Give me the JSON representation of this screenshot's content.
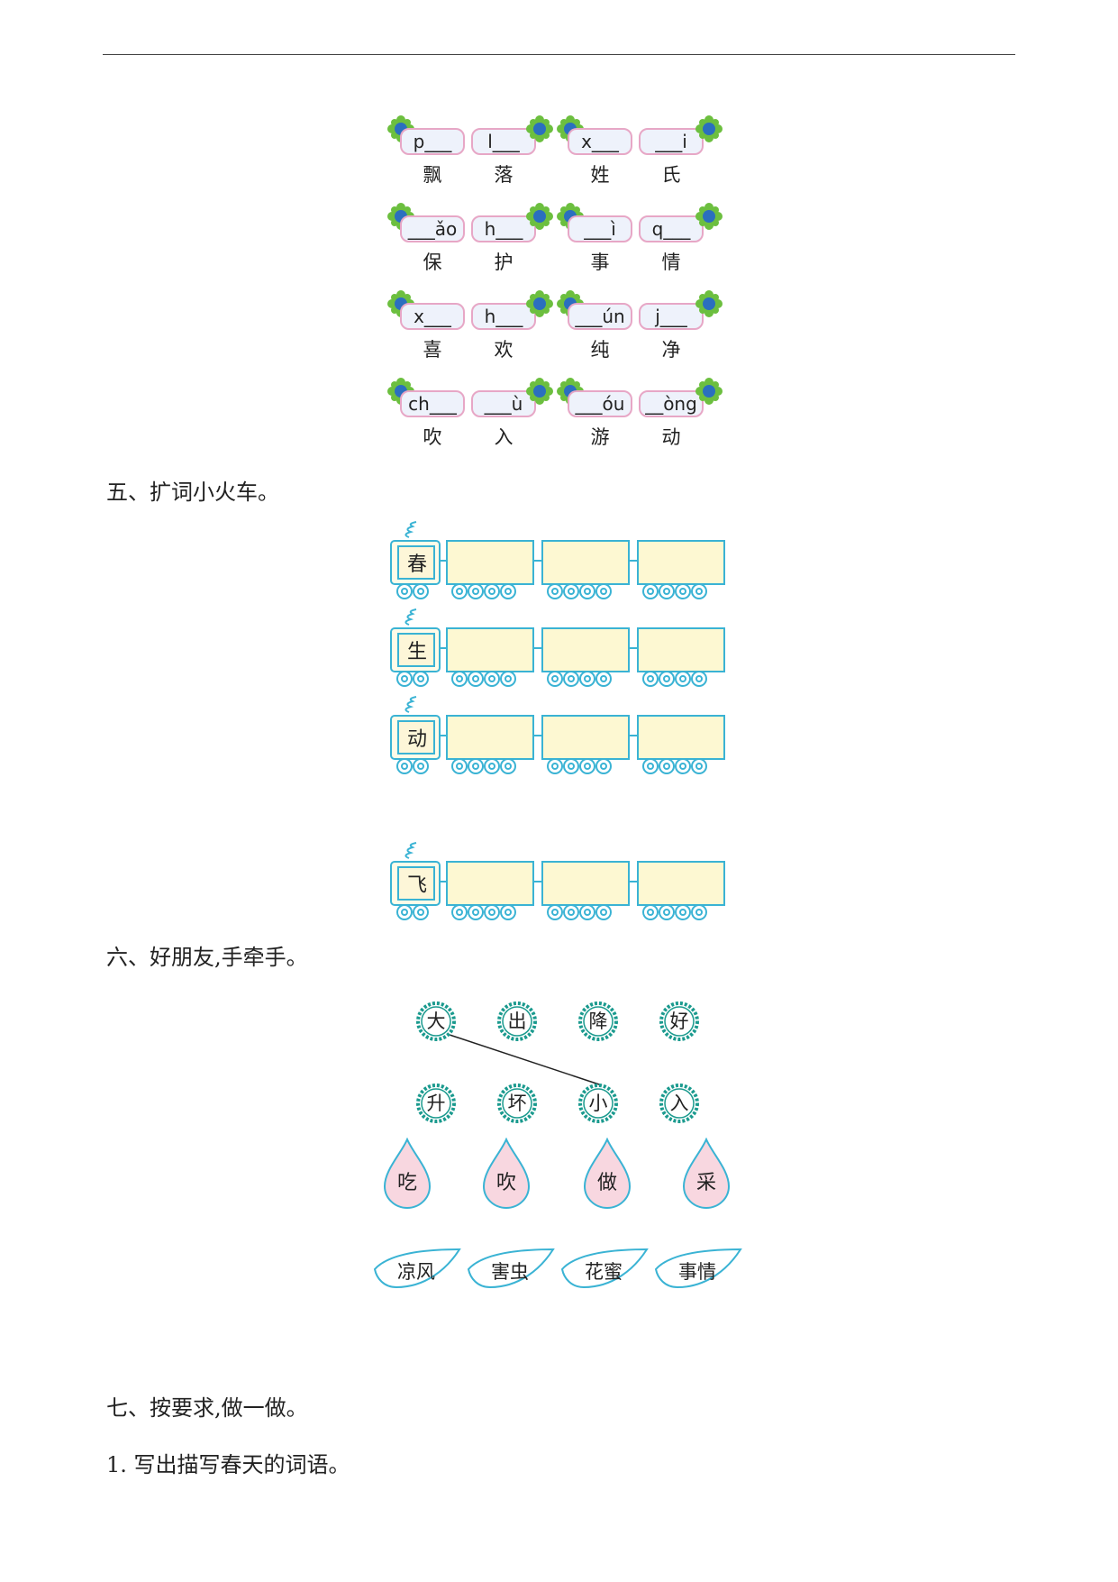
{
  "pinyin_rows": [
    {
      "left": [
        {
          "py": "p___",
          "hz": "飘"
        },
        {
          "py": "l___",
          "hz": "落"
        }
      ],
      "right": [
        {
          "py": "x___",
          "hz": "姓"
        },
        {
          "py": "___i",
          "hz": "氏"
        }
      ]
    },
    {
      "left": [
        {
          "py": "___ǎo",
          "hz": "保"
        },
        {
          "py": "h___",
          "hz": "护"
        }
      ],
      "right": [
        {
          "py": "___ì",
          "hz": "事"
        },
        {
          "py": "q___",
          "hz": "情"
        }
      ]
    },
    {
      "left": [
        {
          "py": "x___",
          "hz": "喜"
        },
        {
          "py": "h___",
          "hz": "欢"
        }
      ],
      "right": [
        {
          "py": "___ún",
          "hz": "纯"
        },
        {
          "py": "j___",
          "hz": "净"
        }
      ]
    },
    {
      "left": [
        {
          "py": "ch___",
          "hz": "吹"
        },
        {
          "py": "___ù",
          "hz": "入"
        }
      ],
      "right": [
        {
          "py": "___óu",
          "hz": "游"
        },
        {
          "py": "__òng",
          "hz": "动"
        }
      ]
    }
  ],
  "section5": "五、扩词小火车。",
  "trains": [
    "春",
    "生",
    "动",
    "飞"
  ],
  "section6": "六、好朋友,手牵手。",
  "circles_row1": [
    "大",
    "出",
    "降",
    "好"
  ],
  "circles_row2": [
    "升",
    "坏",
    "小",
    "入"
  ],
  "drops": [
    "吃",
    "吹",
    "做",
    "采"
  ],
  "leaves": [
    "凉风",
    "害虫",
    "花蜜",
    "事情"
  ],
  "section7": "七、按要求,做一做。",
  "question1": "1. 写出描写春天的词语。",
  "colors": {
    "teal": "#1a9a8e",
    "train": "#3ab3d4",
    "pod_border": "#e7a7c6",
    "drop_fill": "#f8d7e0"
  }
}
